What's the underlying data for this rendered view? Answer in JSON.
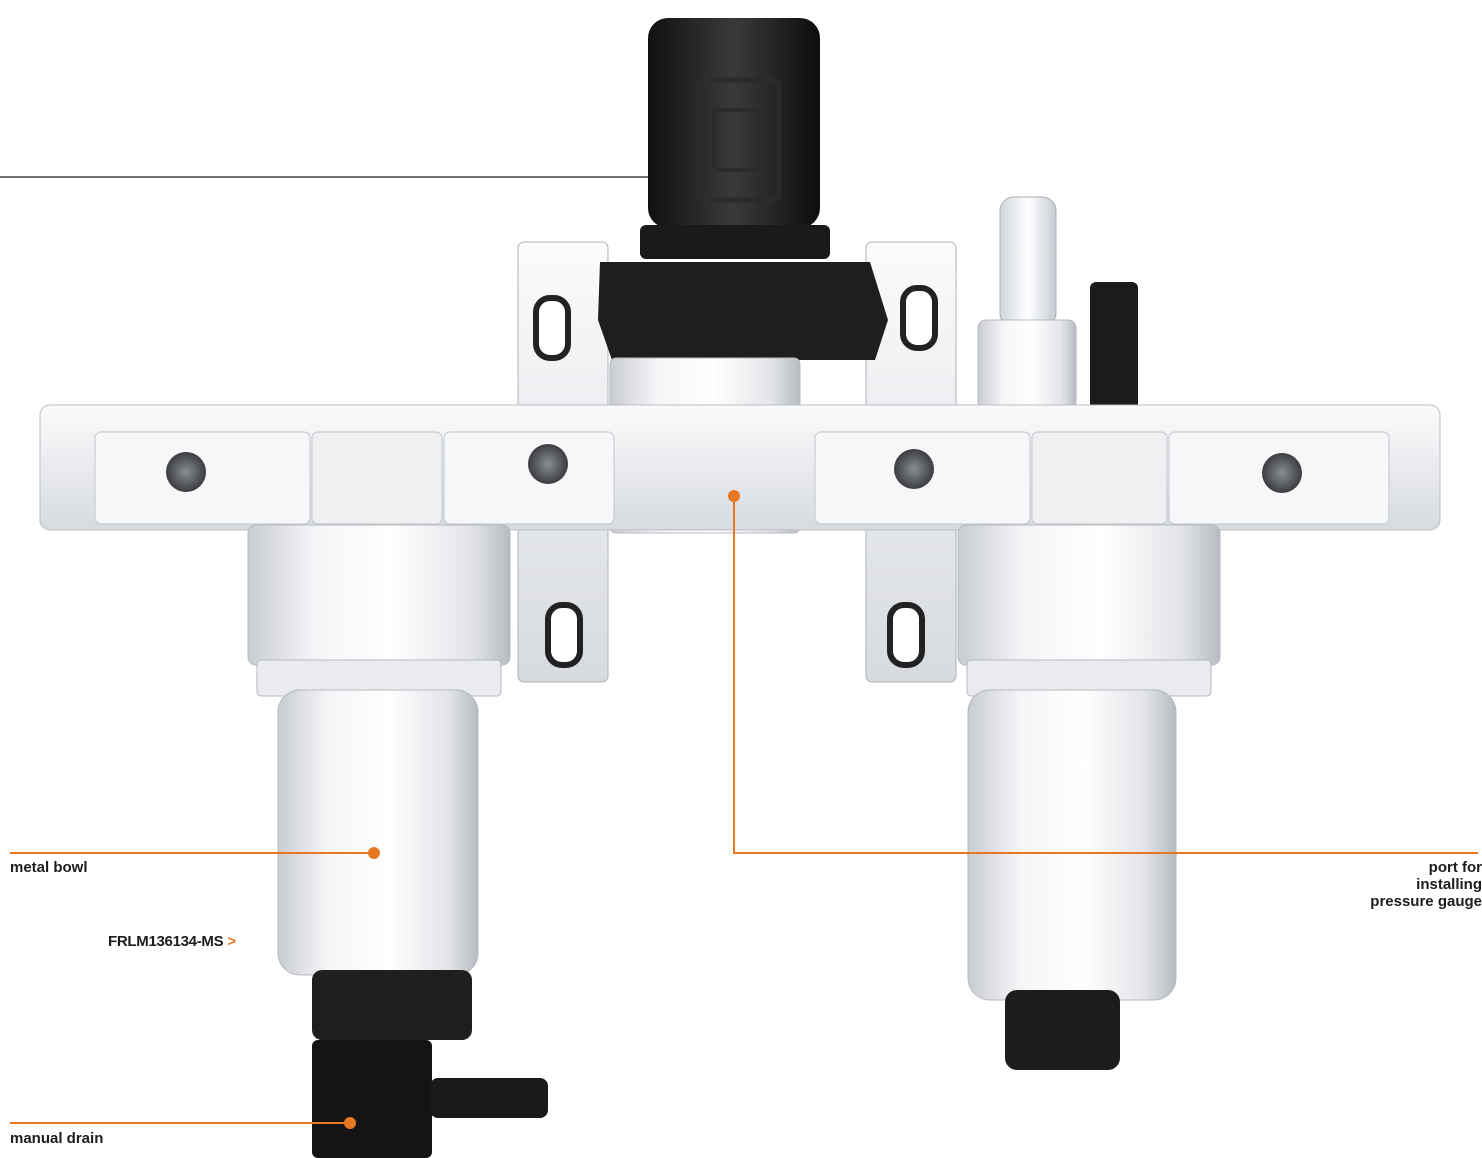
{
  "colors": {
    "accent": "#e87722",
    "text": "#1d1d1b",
    "leader_dark": "#1d1d1b"
  },
  "labels": {
    "metal_bowl": "metal bowl",
    "manual_drain": "manual drain",
    "port_gauge": [
      "port for",
      "installing",
      "pressure gauge"
    ]
  },
  "product_link": {
    "model": "FRLM136134-MS",
    "chevron": ">"
  }
}
